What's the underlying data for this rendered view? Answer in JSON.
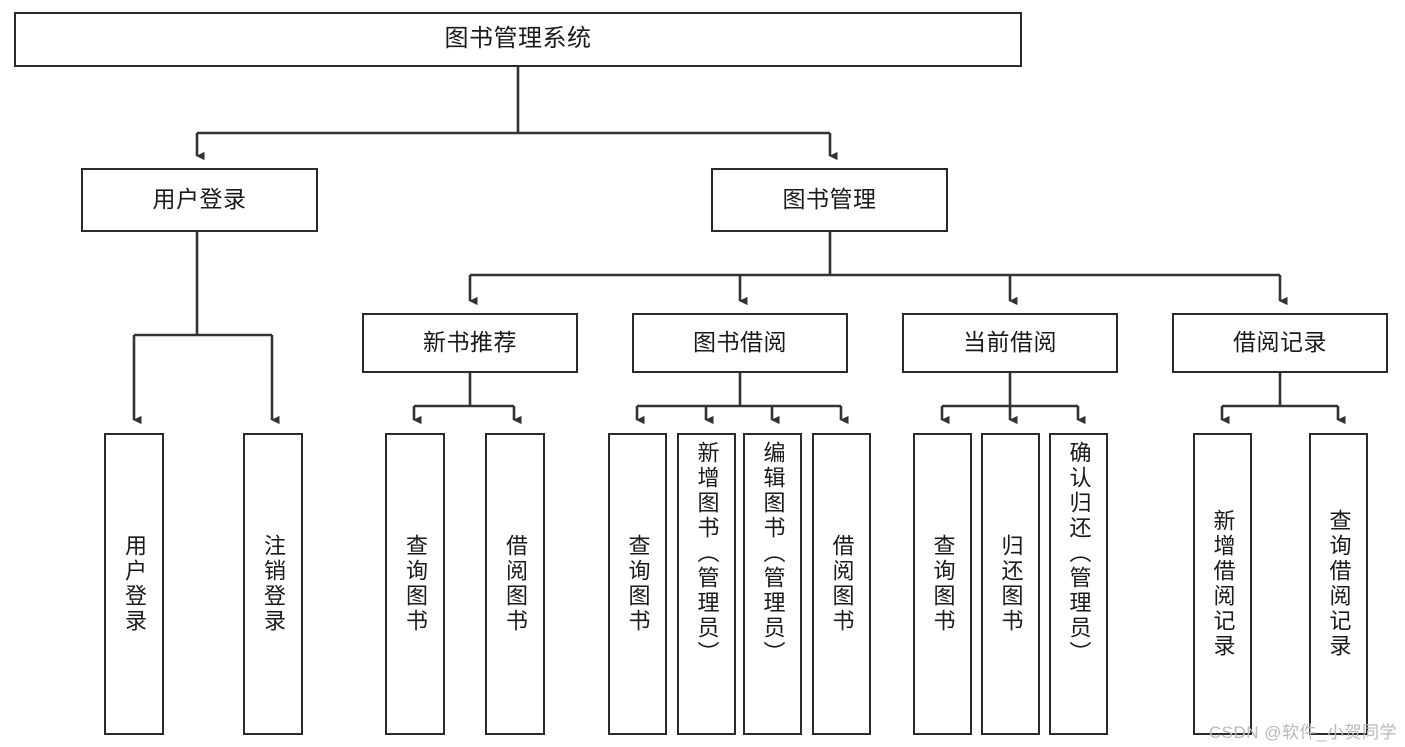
{
  "diagram": {
    "title": "图书管理系统",
    "watermark": "CSDN @软件_小贺同学",
    "colors": {
      "box_border": "#2b2b2b",
      "connector": "#333333",
      "background": "#ffffff",
      "text": "#1a1a1a",
      "watermark": "#b9b9b9"
    },
    "root": {
      "label": "图书管理系统"
    },
    "level2": [
      {
        "label": "用户登录"
      },
      {
        "label": "图书管理"
      }
    ],
    "level3": [
      {
        "label": "新书推荐"
      },
      {
        "label": "图书借阅"
      },
      {
        "label": "当前借阅"
      },
      {
        "label": "借阅记录"
      }
    ],
    "leaves": {
      "user_login": [
        {
          "label": "用户登录"
        },
        {
          "label": "注销登录"
        }
      ],
      "new_book_recommend": [
        {
          "label": "查询图书"
        },
        {
          "label": "借阅图书"
        }
      ],
      "book_borrow": [
        {
          "label": "查询图书"
        },
        {
          "label": "新增图书（管理员）"
        },
        {
          "label": "编辑图书（管理员）"
        },
        {
          "label": "借阅图书"
        }
      ],
      "current_borrow": [
        {
          "label": "查询图书"
        },
        {
          "label": "归还图书"
        },
        {
          "label": "确认归还（管理员）"
        }
      ],
      "borrow_record": [
        {
          "label": "新增借阅记录"
        },
        {
          "label": "查询借阅记录"
        }
      ]
    }
  }
}
